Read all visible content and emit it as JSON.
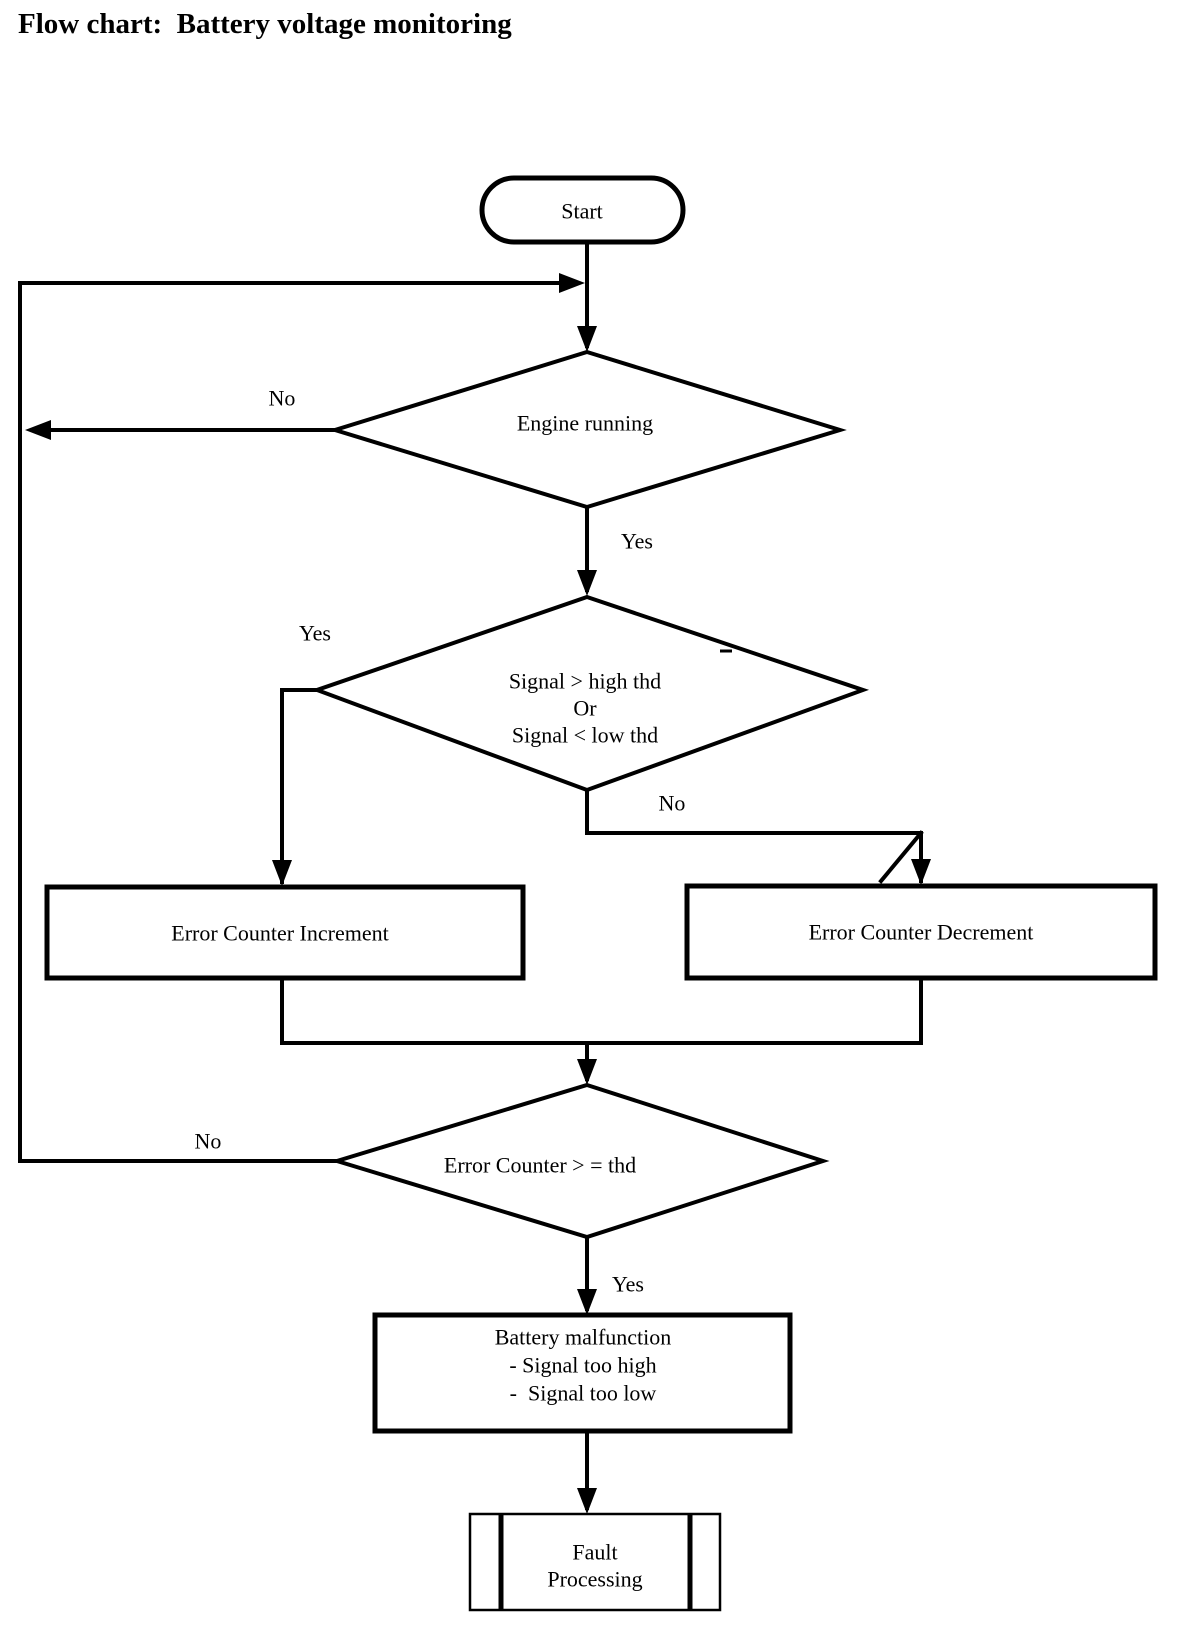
{
  "title": "Flow chart:  Battery voltage monitoring",
  "colors": {
    "ink": "#000000",
    "background": "#ffffff"
  },
  "flowchart": {
    "nodes": {
      "start": {
        "type": "terminator",
        "label": "Start"
      },
      "engine_running": {
        "type": "decision",
        "label": "Engine running"
      },
      "signal_check": {
        "type": "decision",
        "lines": [
          "Signal > high thd",
          "Or",
          "Signal < low thd"
        ]
      },
      "error_counter_increment": {
        "type": "process",
        "label": "Error Counter Increment"
      },
      "error_counter_decrement": {
        "type": "process",
        "label": "Error Counter Decrement"
      },
      "error_counter_threshold": {
        "type": "decision",
        "label": "Error Counter > = thd"
      },
      "battery_malfunction": {
        "type": "process",
        "lines": [
          "Battery malfunction",
          "- Signal too high",
          "-  Signal too low"
        ]
      },
      "fault_processing": {
        "type": "predefined_process",
        "lines": [
          "Fault",
          "Processing"
        ]
      }
    },
    "edge_labels": {
      "engine_no": "No",
      "engine_yes": "Yes",
      "signal_yes": "Yes",
      "signal_no": "No",
      "threshold_no": "No",
      "threshold_yes": "Yes"
    }
  }
}
